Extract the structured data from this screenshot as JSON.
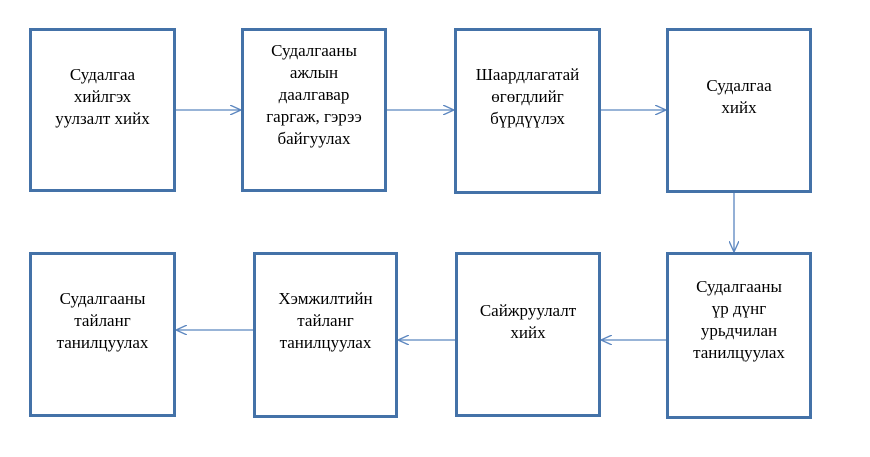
{
  "colors": {
    "box_border": "#4472a8",
    "arrow": "#5b86bf",
    "background": "#ffffff",
    "text": "#000000"
  },
  "steps": [
    {
      "id": "step1",
      "label": "Судалгаа\nхийлгэх\nуулзалт хийх"
    },
    {
      "id": "step2",
      "label": "Судалгааны\nажлын\nдаалгавар\nгаргаж, гэрээ\nбайгуулах"
    },
    {
      "id": "step3",
      "label": "Шаардлагатай\nөгөгдлийг\nбүрдүүлэх"
    },
    {
      "id": "step4",
      "label": "Судалгаа\nхийх"
    },
    {
      "id": "step5",
      "label": "Судалгааны\nүр дүнг\nурьдчилан\nтанилцуулах"
    },
    {
      "id": "step6",
      "label": "Сайжруулалт\nхийх"
    },
    {
      "id": "step7",
      "label": "Хэмжилтийн\nтайланг\nтанилцуулах"
    },
    {
      "id": "step8",
      "label": "Судалгааны\nтайланг\nтанилцуулах"
    }
  ]
}
